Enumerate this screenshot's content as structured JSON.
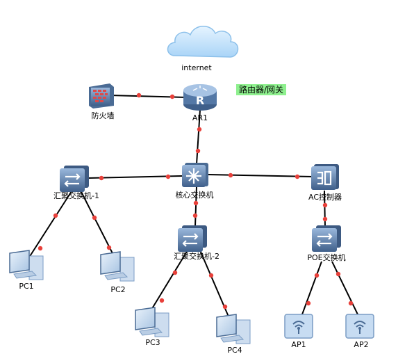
{
  "diagram": {
    "nodes": {
      "internet": {
        "label": "internet",
        "icon": "cloud-icon"
      },
      "firewall": {
        "label": "防火墙",
        "icon": "firewall-icon"
      },
      "router": {
        "label": "AR1",
        "icon": "router-icon"
      },
      "router_tag": {
        "label": "路由器/网关"
      },
      "core_switch": {
        "label": "核心交换机",
        "icon": "core-switch-icon"
      },
      "agg_switch_1": {
        "label": "汇聚交换机-1",
        "icon": "switch-icon"
      },
      "agg_switch_2": {
        "label": "汇聚交换机-2",
        "icon": "switch-icon"
      },
      "ac_controller": {
        "label": "AC控制器",
        "icon": "ac-controller-icon"
      },
      "poe_switch": {
        "label": "POE交换机",
        "icon": "switch-icon"
      },
      "pc1": {
        "label": "PC1",
        "icon": "pc-icon"
      },
      "pc2": {
        "label": "PC2",
        "icon": "pc-icon"
      },
      "pc3": {
        "label": "PC3",
        "icon": "pc-icon"
      },
      "pc4": {
        "label": "PC4",
        "icon": "pc-icon"
      },
      "ap1": {
        "label": "AP1",
        "icon": "access-point-icon"
      },
      "ap2": {
        "label": "AP2",
        "icon": "access-point-icon"
      }
    },
    "links": [
      [
        "firewall",
        "router"
      ],
      [
        "router",
        "core_switch"
      ],
      [
        "core_switch",
        "agg_switch_1"
      ],
      [
        "core_switch",
        "ac_controller"
      ],
      [
        "core_switch",
        "agg_switch_2"
      ],
      [
        "agg_switch_1",
        "pc1"
      ],
      [
        "agg_switch_1",
        "pc2"
      ],
      [
        "agg_switch_2",
        "pc3"
      ],
      [
        "agg_switch_2",
        "pc4"
      ],
      [
        "ac_controller",
        "poe_switch"
      ],
      [
        "poe_switch",
        "ap1"
      ],
      [
        "poe_switch",
        "ap2"
      ]
    ],
    "colors": {
      "link": "#000000",
      "port": "#e8403a",
      "device": "#4a6b94",
      "device_light": "#8fb0d6",
      "tag_bg": "#8ef08e",
      "cloud": "#c9e6ff"
    }
  }
}
